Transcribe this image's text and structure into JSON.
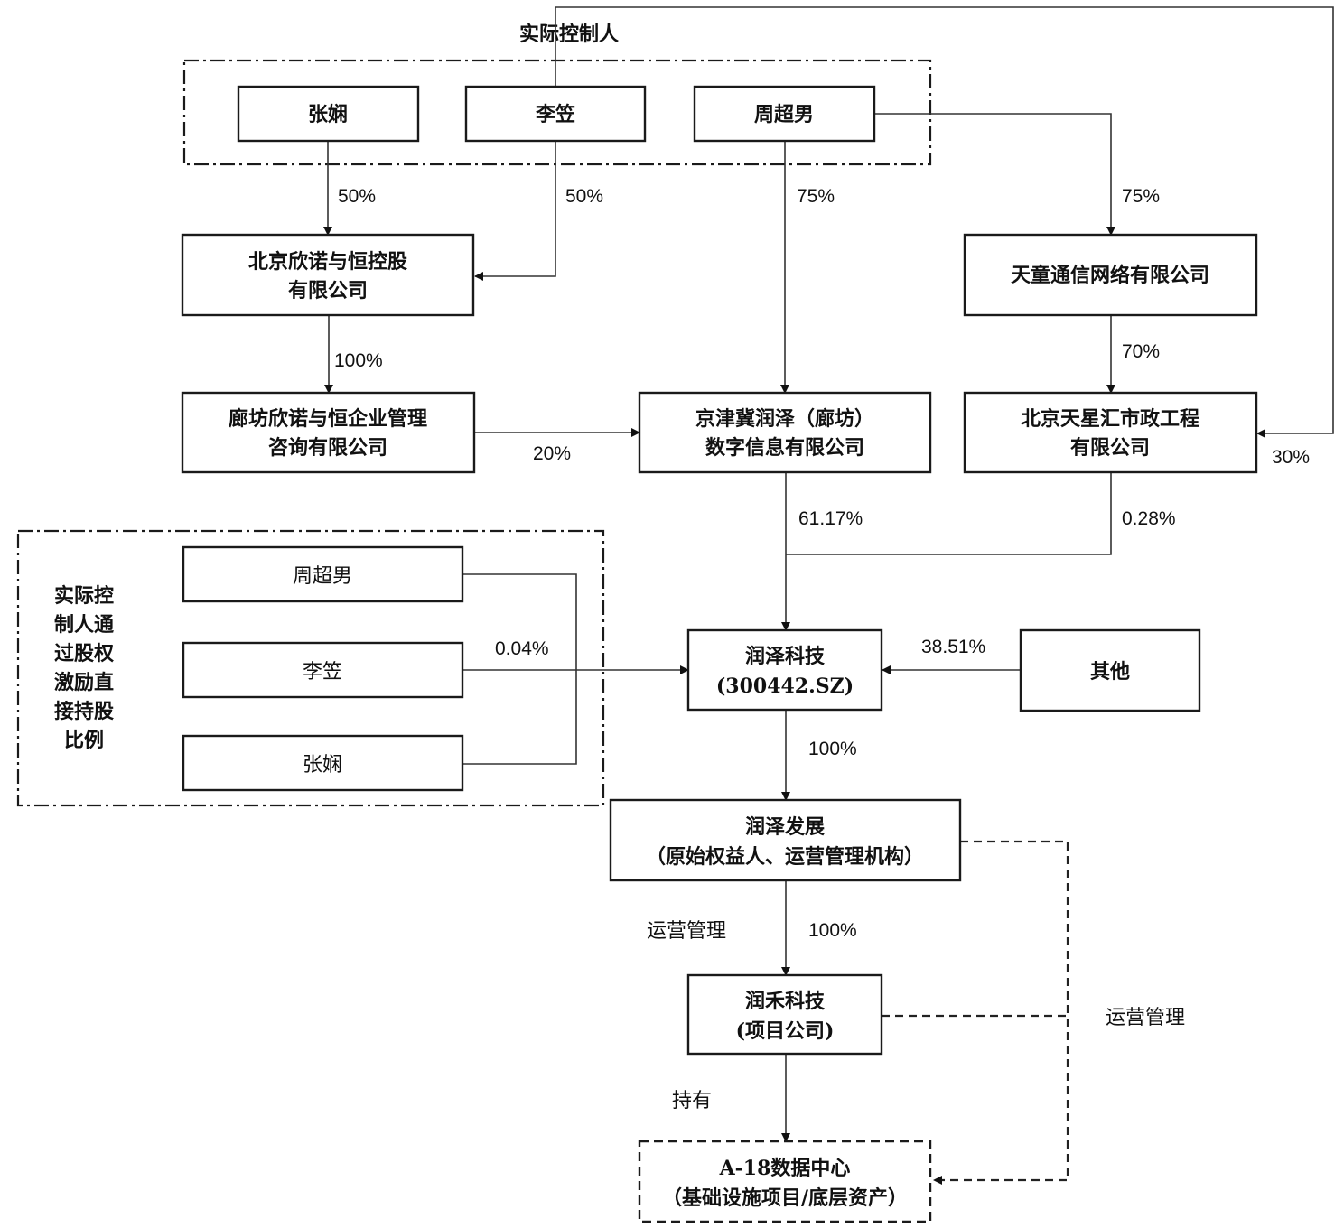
{
  "controllers_title": "实际控制人",
  "controllers": {
    "zhang": "张娴",
    "li": "李笠",
    "zhou": "周超男"
  },
  "entities": {
    "xinnuo_holding_l1": "北京欣诺与恒控股",
    "xinnuo_holding_l2": "有限公司",
    "tiantong": "天童通信网络有限公司",
    "langfang_l1": "廊坊欣诺与恒企业管理",
    "langfang_l2": "咨询有限公司",
    "jingjinji_l1": "京津冀润泽（廊坊）",
    "jingjinji_l2": "数字信息有限公司",
    "tianxinghui_l1": "北京天星汇市政工程",
    "tianxinghui_l2": "有限公司",
    "runze_tech_l1": "润泽科技",
    "runze_tech_l2": "(300442.SZ)",
    "others": "其他",
    "runze_dev_l1": "润泽发展",
    "runze_dev_l2": "（原始权益人、运营管理机构）",
    "runhe_l1": "润禾科技",
    "runhe_l2": "(项目公司)",
    "a18_l1": "A-18数据中心",
    "a18_l2": "（基础设施项目/底层资产）"
  },
  "incentive_group": {
    "label_lines": [
      "实际控",
      "制人通",
      "过股权",
      "激励直",
      "接持股",
      "比例"
    ],
    "members": {
      "zhou": "周超男",
      "li": "李笠",
      "zhang": "张娴"
    }
  },
  "percentages": {
    "zhang_to_xinnuo": "50%",
    "li_to_xinnuo": "50%",
    "zhou_to_jingjinji": "75%",
    "zhou_to_tiantong": "75%",
    "xinnuo_to_langfang": "100%",
    "tiantong_to_tianxinghui": "70%",
    "langfang_to_jingjinji": "20%",
    "li_to_tianxinghui": "30%",
    "jingjinji_to_runze": "61.17%",
    "tianxinghui_to_runze": "0.28%",
    "incentive_to_runze": "0.04%",
    "others_to_runze": "38.51%",
    "runze_to_dev": "100%",
    "dev_to_runhe": "100%"
  },
  "relations": {
    "op_mgmt_left": "运营管理",
    "op_mgmt_right": "运营管理",
    "hold": "持有"
  }
}
